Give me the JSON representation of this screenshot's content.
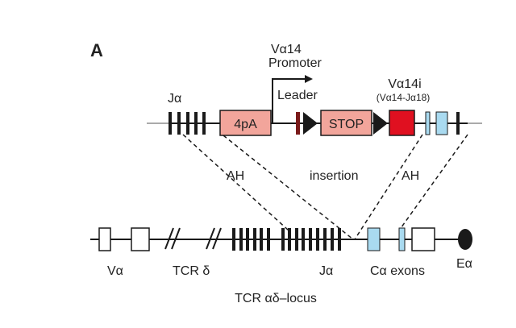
{
  "panel": {
    "label": "A"
  },
  "transgene": {
    "promoter_line1": "Vα14",
    "promoter_line2": "Promoter",
    "leader": "Leader",
    "ja": "Jα",
    "box_4pa": "4pA",
    "box_stop": "STOP",
    "va14i_line1": "Vα14i",
    "va14i_line2": "(Vα14-Jα18)"
  },
  "homology": {
    "left_arm": "AH",
    "insertion": "insertion",
    "right_arm": "AH"
  },
  "locus": {
    "va": "Vα",
    "tcr_delta": "TCR δ",
    "ja": "Jα",
    "ca_exons": "Cα exons",
    "ea": "Eα",
    "title": "TCR αδ–locus"
  },
  "colors": {
    "pink_box": "#f2a59b",
    "red_box": "#e01020",
    "blue_exon": "#a9daf0",
    "grey_line": "#aaaaaa",
    "ink": "#1a1a1a"
  }
}
